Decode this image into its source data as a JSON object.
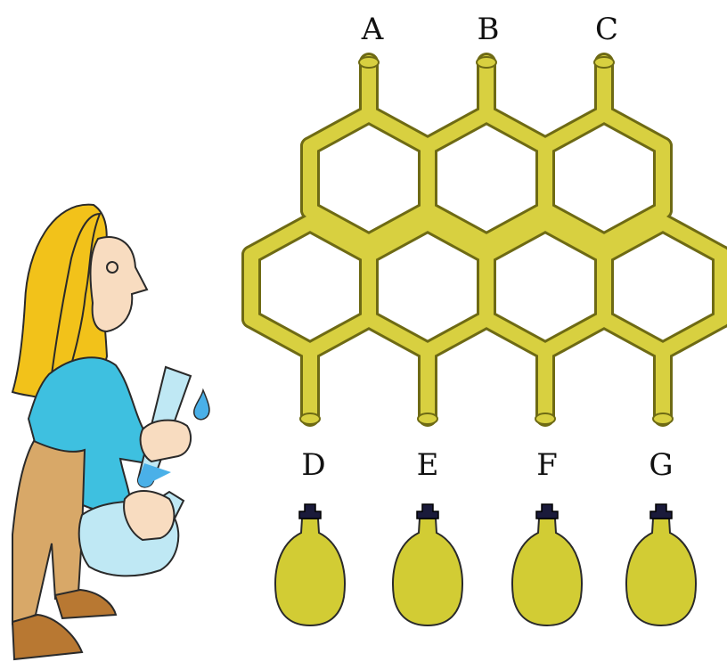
{
  "diagram": {
    "inlet_labels": [
      "A",
      "B",
      "C"
    ],
    "outlet_labels": [
      "D",
      "E",
      "F",
      "G"
    ]
  },
  "colors": {
    "pipe_fill": "#d8d040",
    "pipe_outline": "#6e6a14",
    "bottle_fill": "#d2cc34",
    "cork": "#1a1a3a",
    "hair": "#f2c21a",
    "shirt": "#3ec0e0",
    "pants": "#d8a868",
    "skin": "#f8dcc0",
    "shoes": "#b87832",
    "glass": "#bfe8f4",
    "drop": "#4ab0e8"
  },
  "icons": {
    "character": "scientist-with-test-tube",
    "pipe_network": "hexagonal-pipe-maze",
    "bottle": "corked-flask"
  }
}
